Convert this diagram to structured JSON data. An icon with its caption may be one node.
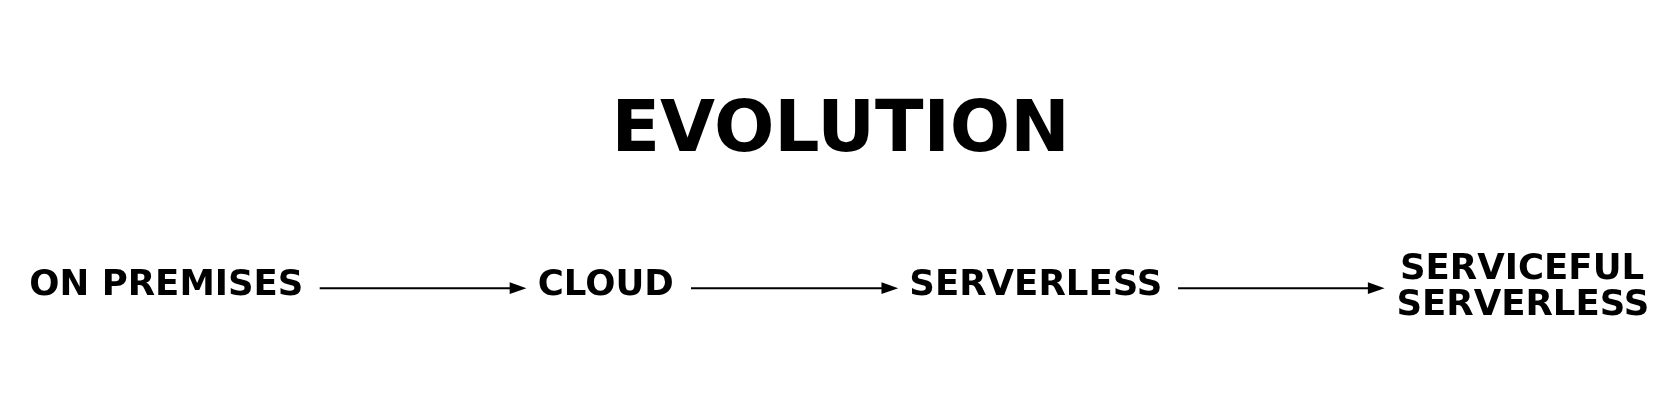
{
  "diagram": {
    "title": "EVOLUTION",
    "nodes": [
      {
        "text": [
          "ON PREMISES"
        ]
      },
      {
        "text": [
          "CLOUD"
        ]
      },
      {
        "text": [
          "SERVERLESS"
        ]
      },
      {
        "text": [
          "SERVICEFUL SERVERLESS"
        ]
      }
    ],
    "edges": [
      {
        "from": 0,
        "to": 1,
        "arrow": "to"
      },
      {
        "from": 1,
        "to": 2,
        "arrow": "to"
      },
      {
        "from": 2,
        "to": 3,
        "arrow": "to"
      }
    ]
  }
}
